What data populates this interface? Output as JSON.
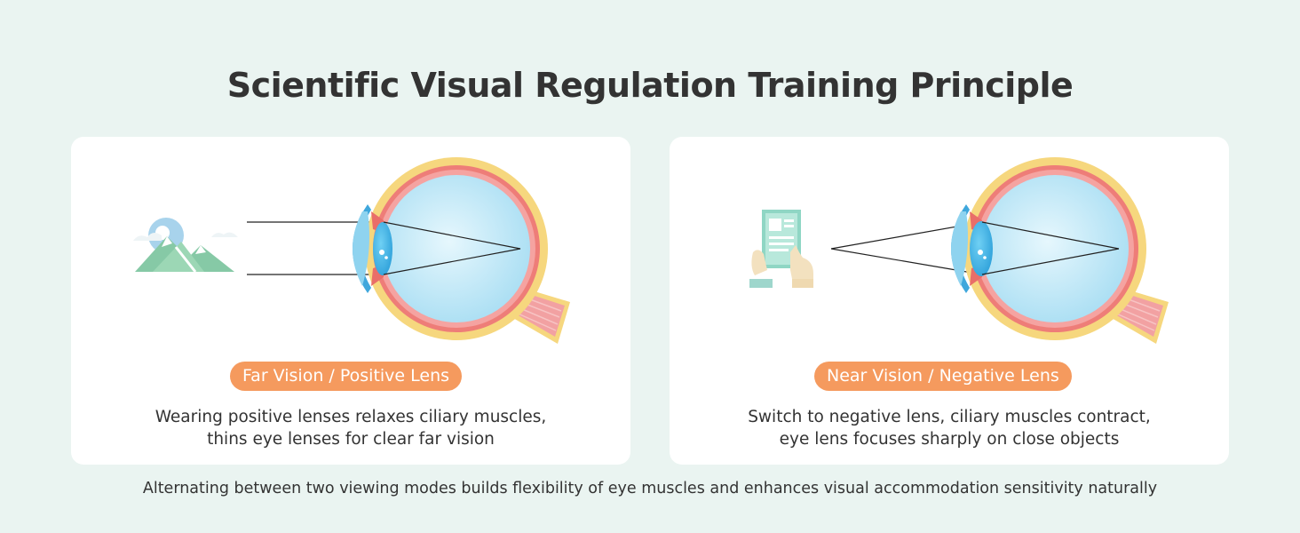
{
  "title": "Scientific Visual Regulation Training Principle",
  "panels": [
    {
      "label": "Far Vision / Positive Lens",
      "description_lines": [
        "Wearing positive lenses relaxes ciliary muscles,",
        "thins eye lenses for clear far vision"
      ],
      "object_icon": "mountain-landscape-icon"
    },
    {
      "label": "Near Vision / Negative Lens",
      "description_lines": [
        "Switch to negative lens, ciliary muscles contract,",
        "eye lens focuses sharply on close objects"
      ],
      "object_icon": "hand-holding-document-icon"
    }
  ],
  "footer": "Alternating between two viewing modes builds flexibility of eye muscles and enhances visual accommodation sensitivity naturally",
  "colors": {
    "background": "#eaf4f1",
    "pill": "#f59a5e",
    "sclera": "#f6d77e",
    "choroid": "#ee7d78",
    "vitreous": "#c7ecf8",
    "cornea": "#3fa7dc"
  }
}
